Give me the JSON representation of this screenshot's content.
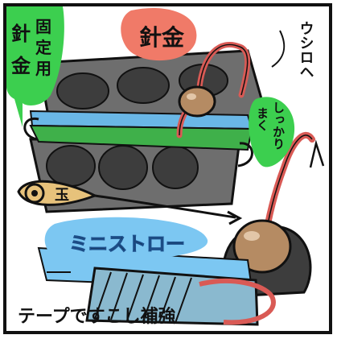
{
  "illustration": {
    "labels": {
      "fixing_wire": [
        "針",
        "金",
        "固",
        "定",
        "用"
      ],
      "wire": "針金",
      "to_back": "ウシロヘ",
      "firmly": "しっかり",
      "maku": "まく",
      "ball": "玉",
      "mini_straw": "ミニストロー",
      "tape": "テープですこし補強"
    },
    "colors": {
      "tray": "#6e6e6e",
      "cup": "#3d3d3d",
      "green_strip": "#3fb04a",
      "blue_strip": "#6ab7e6",
      "wire_red": "#d95a55",
      "bead": "#b58b63",
      "label_green": "#3ccf4f",
      "label_salmon": "#f07a68",
      "straw_blue": "#7cc7f2"
    }
  }
}
